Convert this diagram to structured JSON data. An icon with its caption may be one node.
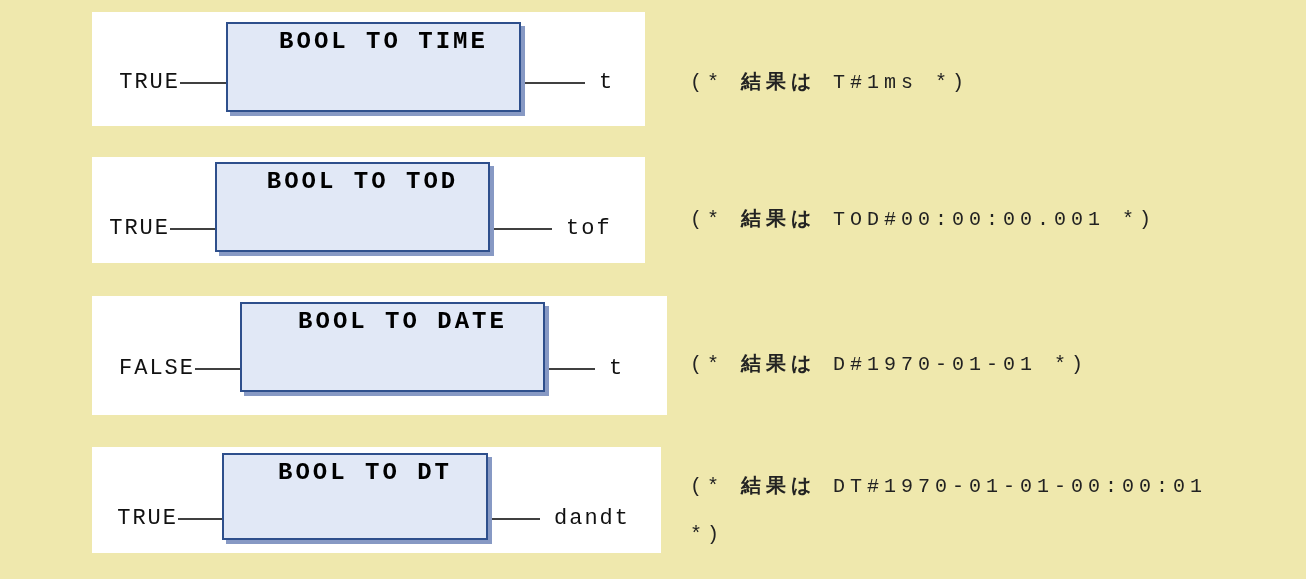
{
  "diagram": {
    "nodes": [
      {
        "text": [],
        "shape": "box"
      },
      {
        "text": [
          "TRUE"
        ],
        "in": 0
      },
      {
        "text": [
          "BOOL TO TIME"
        ],
        "in": 0
      },
      {
        "text": [
          "t"
        ],
        "in": 0
      },
      {
        "text": [],
        "shape": "box"
      },
      {
        "text": [
          "TRUE"
        ],
        "in": 4
      },
      {
        "text": [
          "BOOL TO TOD"
        ],
        "in": 4
      },
      {
        "text": [
          "tof"
        ],
        "in": 4
      },
      {
        "text": [],
        "shape": "box"
      },
      {
        "text": [
          "FALSE"
        ],
        "in": 8
      },
      {
        "text": [
          "BOOL TO DATE"
        ],
        "in": 8
      },
      {
        "text": [
          "t"
        ],
        "in": 8
      },
      {
        "text": [],
        "shape": "box"
      },
      {
        "text": [
          "TRUE"
        ],
        "in": 12
      },
      {
        "text": [
          "BOOL TO DT"
        ],
        "in": 12
      },
      {
        "text": [
          "dandt"
        ],
        "in": 12
      }
    ],
    "edges": [
      {
        "from": 1,
        "to": 2,
        "arrow": "none"
      },
      {
        "from": 2,
        "to": 3,
        "arrow": "none"
      },
      {
        "from": 5,
        "to": 6,
        "arrow": "none"
      },
      {
        "from": 6,
        "to": 7,
        "arrow": "none"
      },
      {
        "from": 9,
        "to": 10,
        "arrow": "none"
      },
      {
        "from": 10,
        "to": 11,
        "arrow": "none"
      },
      {
        "from": 13,
        "to": 14,
        "arrow": "none"
      },
      {
        "from": 14,
        "to": 15,
        "arrow": "none"
      }
    ],
    "labels": [
      "(* **結果は** T#1ms *)",
      "(* **結果は** TOD#00:00:00.001 *)",
      "(* **結果は** D#1970-01-01 *)",
      "(* **結果は** DT#1970-01-01-00:00:01 *)"
    ]
  }
}
